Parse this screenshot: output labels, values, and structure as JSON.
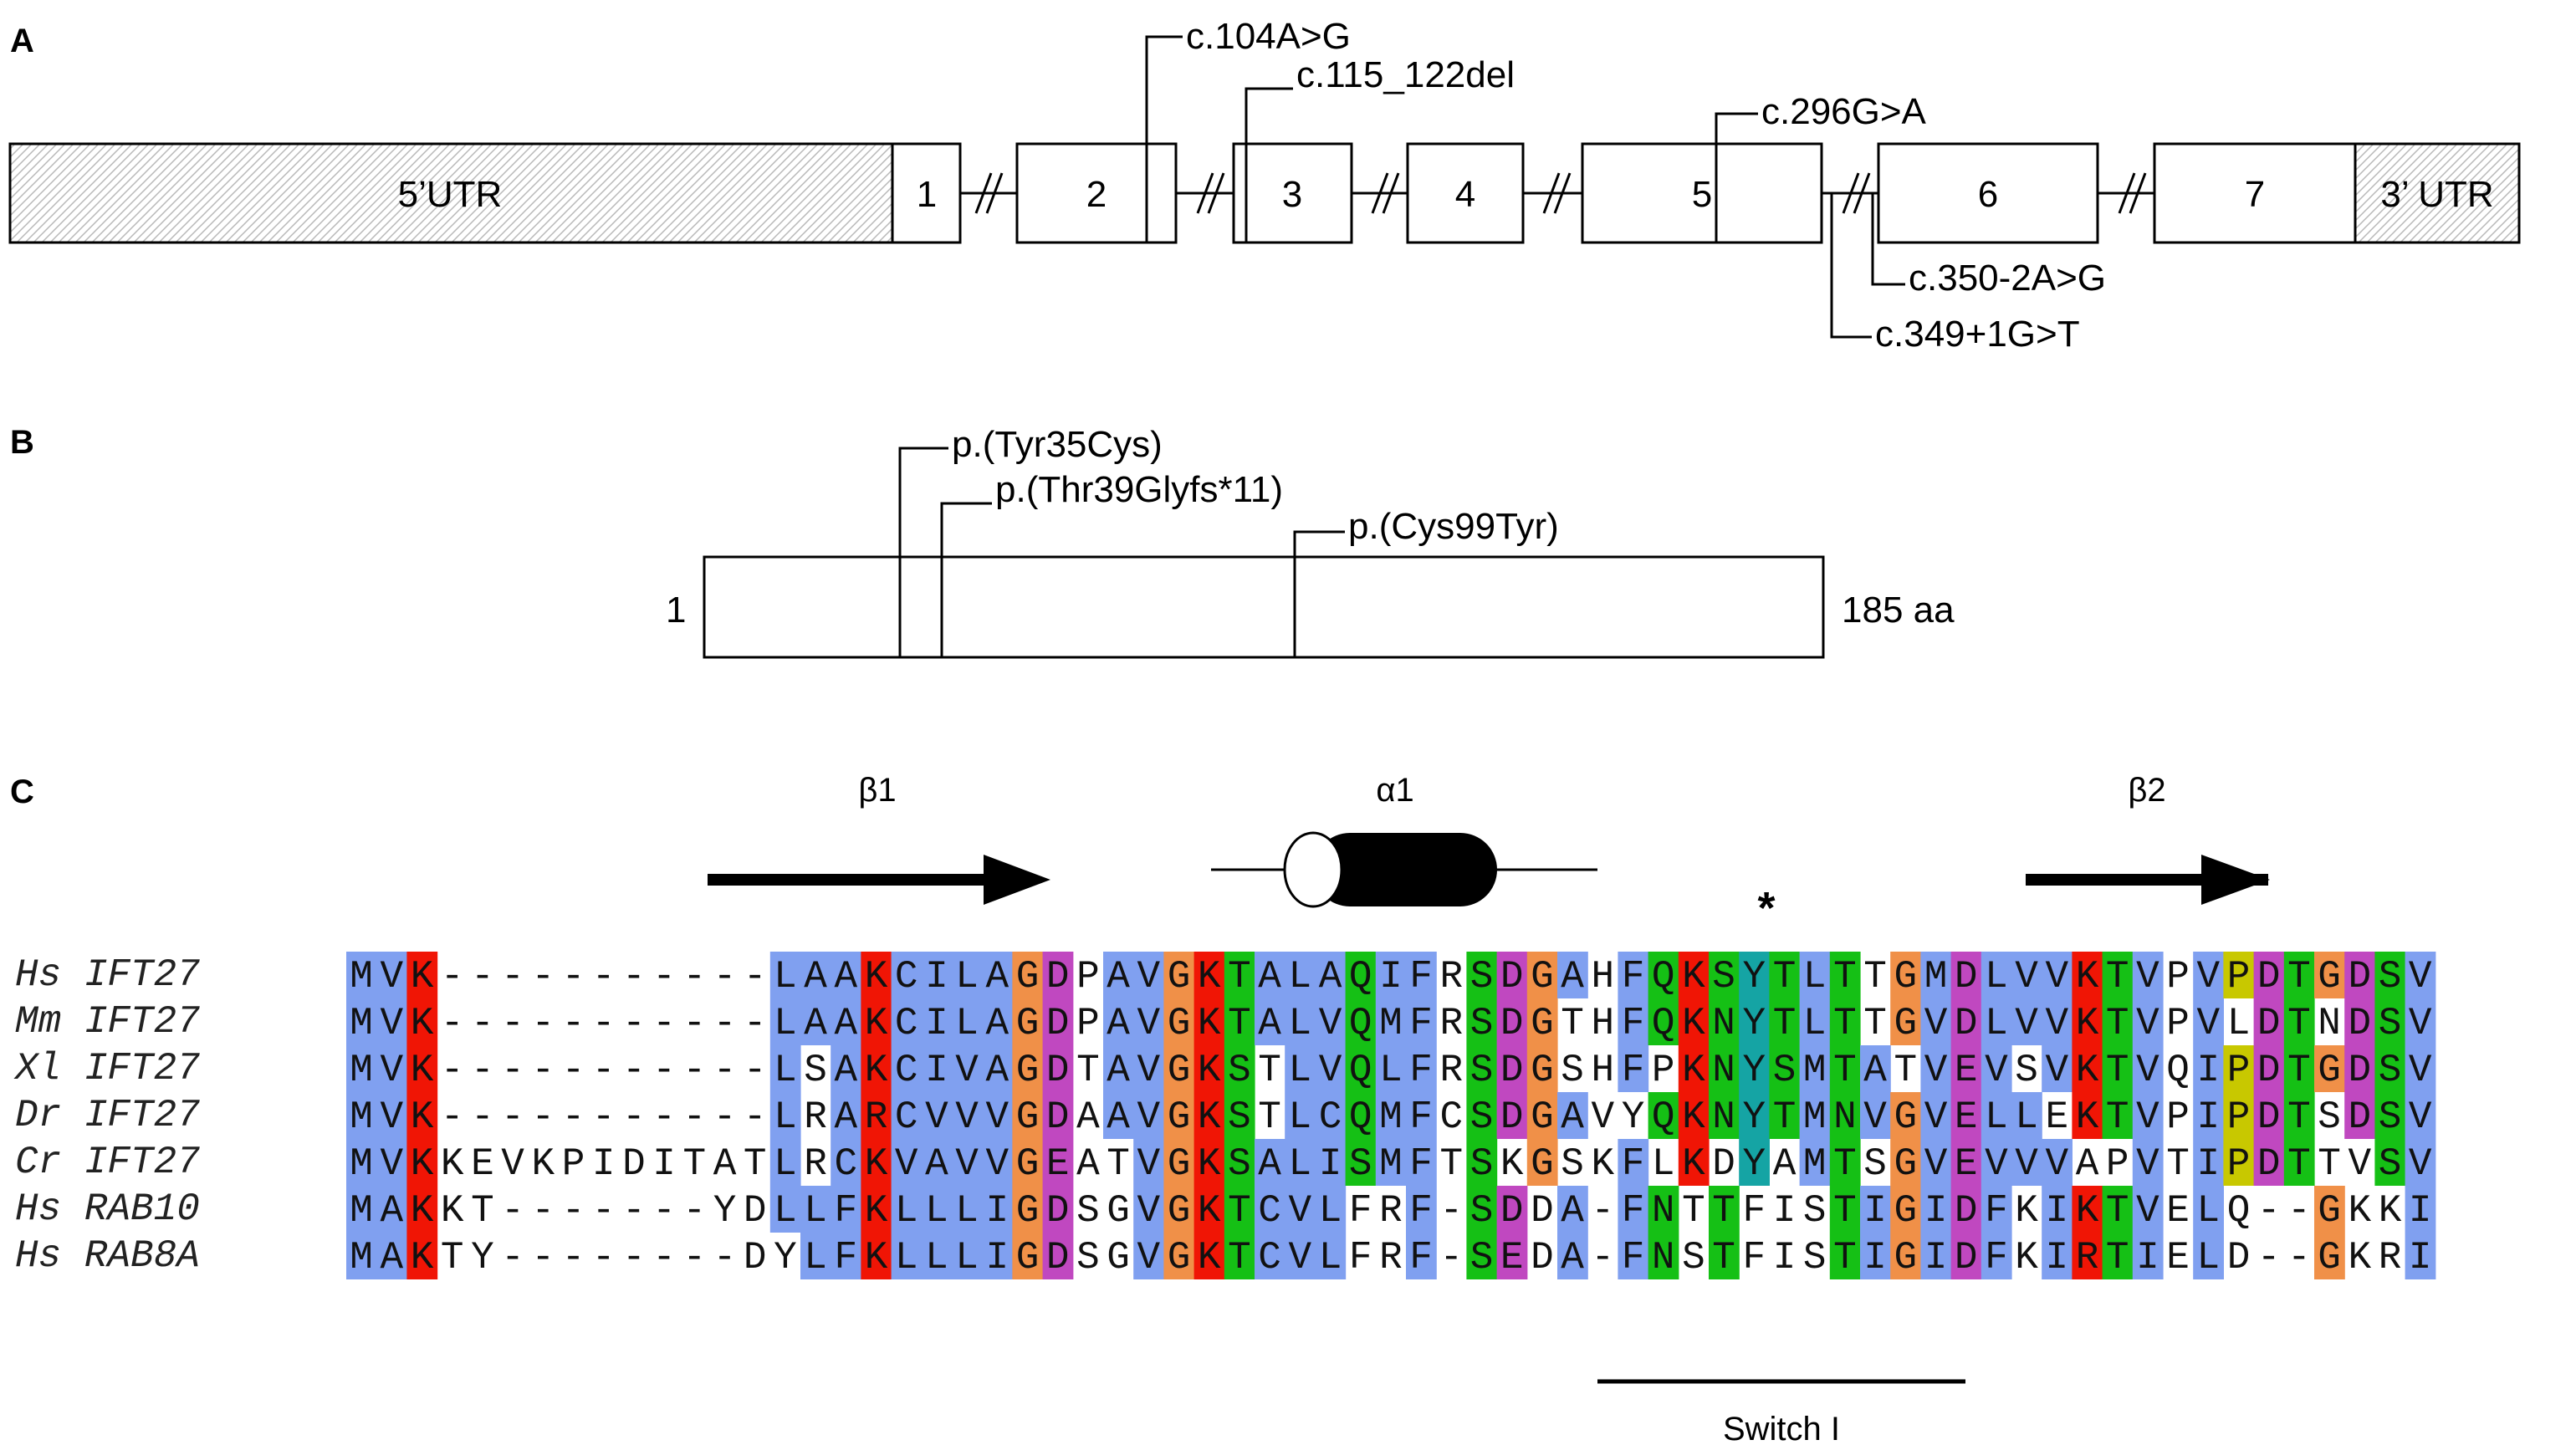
{
  "panels": [
    "A",
    "B",
    "C"
  ],
  "gene": {
    "segments": [
      {
        "label": "5’UTR",
        "utr": true
      },
      {
        "label": "1",
        "utr": false
      },
      {
        "label": "2",
        "utr": false
      },
      {
        "label": "3",
        "utr": false
      },
      {
        "label": "4",
        "utr": false
      },
      {
        "label": "5",
        "utr": false
      },
      {
        "label": "6",
        "utr": false
      },
      {
        "label": "7",
        "utr": false
      },
      {
        "label": "3’ UTR",
        "utr": true
      }
    ],
    "variants": [
      "c.104A>G",
      "c.115_122del",
      "c.296G>A",
      "c.350-2A>G",
      "c.349+1G>T"
    ]
  },
  "protein": {
    "start": "1",
    "end": "185 aa",
    "variants": [
      "p.(Tyr35Cys)",
      "p.(Thr39Glyfs*11)",
      "p.(Cys99Tyr)"
    ]
  },
  "alignment": {
    "structure": [
      "β1",
      "α1",
      "β2"
    ],
    "marker": "*",
    "region_label": "Switch I",
    "rows": [
      {
        "species": "Hs",
        "gene": "IFT27",
        "seq": "MVK-----------LAAKCILAGDPAVGKTALAQIFRSDGAHFQKSYTLTTGMDLVVKTVPVPDTGDSV"
      },
      {
        "species": "Mm",
        "gene": "IFT27",
        "seq": "MVK-----------LAAKCILAGDPAVGKTALVQMFRSDGTHFQKNYTLTTGVDLVVKTVPVLDTNDSV"
      },
      {
        "species": "Xl",
        "gene": "IFT27",
        "seq": "MVK-----------LSAKCIVAGDTAVGKSTLVQLFRSDGSHFPKNYSMTATVEVSVKTVQIPDTGDSV"
      },
      {
        "species": "Dr",
        "gene": "IFT27",
        "seq": "MVK-----------LRARCVVVGDAAVGKSTLCQMFCSDGAVYQKNYTMNVGVELLEKTVPIPDTSDSV"
      },
      {
        "species": "Cr",
        "gene": "IFT27",
        "seq": "MVKKEVKPIDITATLRCKVAVVGEATVGKSALISMFTSKGSKFLKDYAMTSGVEVVVAPVTIPDTTVSV"
      },
      {
        "species": "Hs",
        "gene": "RAB10",
        "seq": "MAKKT-------YDLLFKLLLIGDSGVGKTCVLFRF-SDDA-FNTTFISTIGIDFKIKTVELQ--GKKI"
      },
      {
        "species": "Hs",
        "gene": "RAB8A",
        "seq": "MAKTY--------DYLFKLLLIGDSGVGKTCVLFRF-SEDA-FNSTFISTIGIDFKIRTIELD--GKRI"
      }
    ]
  },
  "colors": {
    "hydrophobic": "#80a0f0",
    "positive": "#f01505",
    "polar": "#15c015",
    "glycine": "#f09048",
    "acidic": "#c048c0",
    "proline": "#c8c800",
    "aromatic": "#15a4a4"
  }
}
